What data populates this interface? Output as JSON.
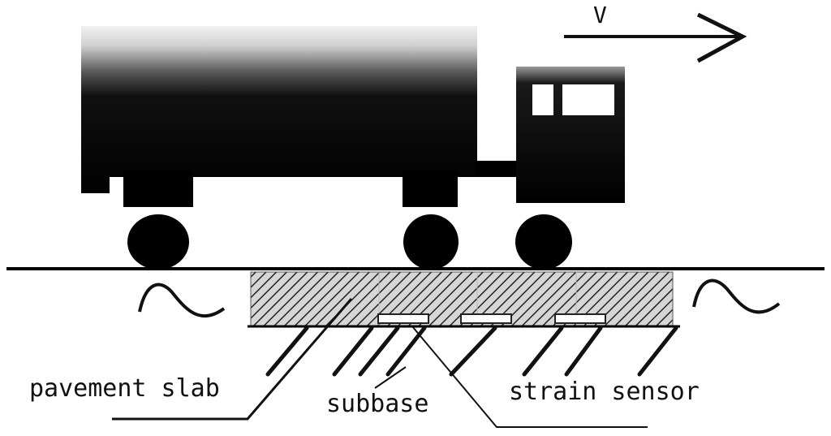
{
  "diagram": {
    "velocity_label": "V",
    "labels": {
      "pavement_slab": "pavement slab",
      "subbase": "subbase",
      "strain_sensor": "strain sensor"
    },
    "colors": {
      "ink": "#111111",
      "slab_fill": "#cfcfcf",
      "sensor_fill": "#ffffff"
    },
    "icons": {
      "vehicle": "truck-icon",
      "direction": "arrow-right-icon",
      "ground_break": "tilde-break-icon"
    }
  }
}
